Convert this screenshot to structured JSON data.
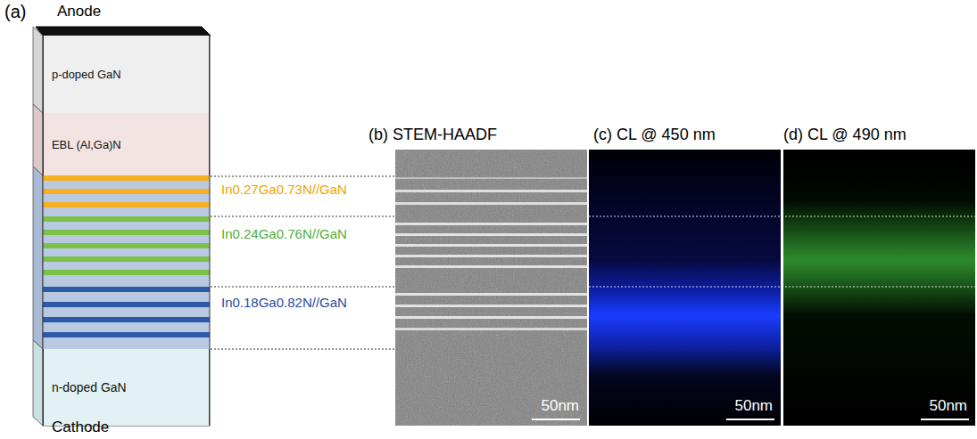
{
  "diagram": {
    "nodes": [
      {
        "text": [
          "p-doped GaN"
        ]
      },
      {
        "text": [
          "EBL (Al,Ga)N"
        ]
      },
      {
        "text": [
          "n-doped GaN"
        ]
      },
      {
        "text": [
          "(b) STEM-HAADF",
          "50nm"
        ]
      },
      {
        "text": [
          "(c) CL @ 450 nm",
          "50nm"
        ]
      },
      {
        "text": [
          "(d) CL @ 490 nm",
          "50nm"
        ]
      }
    ],
    "labels": [
      "(a)",
      "Anode",
      "Cathode",
      "In0.27Ga0.73N//GaN",
      "In0.24Ga0.76N//GaN",
      "In0.18Ga0.82N//GaN"
    ]
  }
}
